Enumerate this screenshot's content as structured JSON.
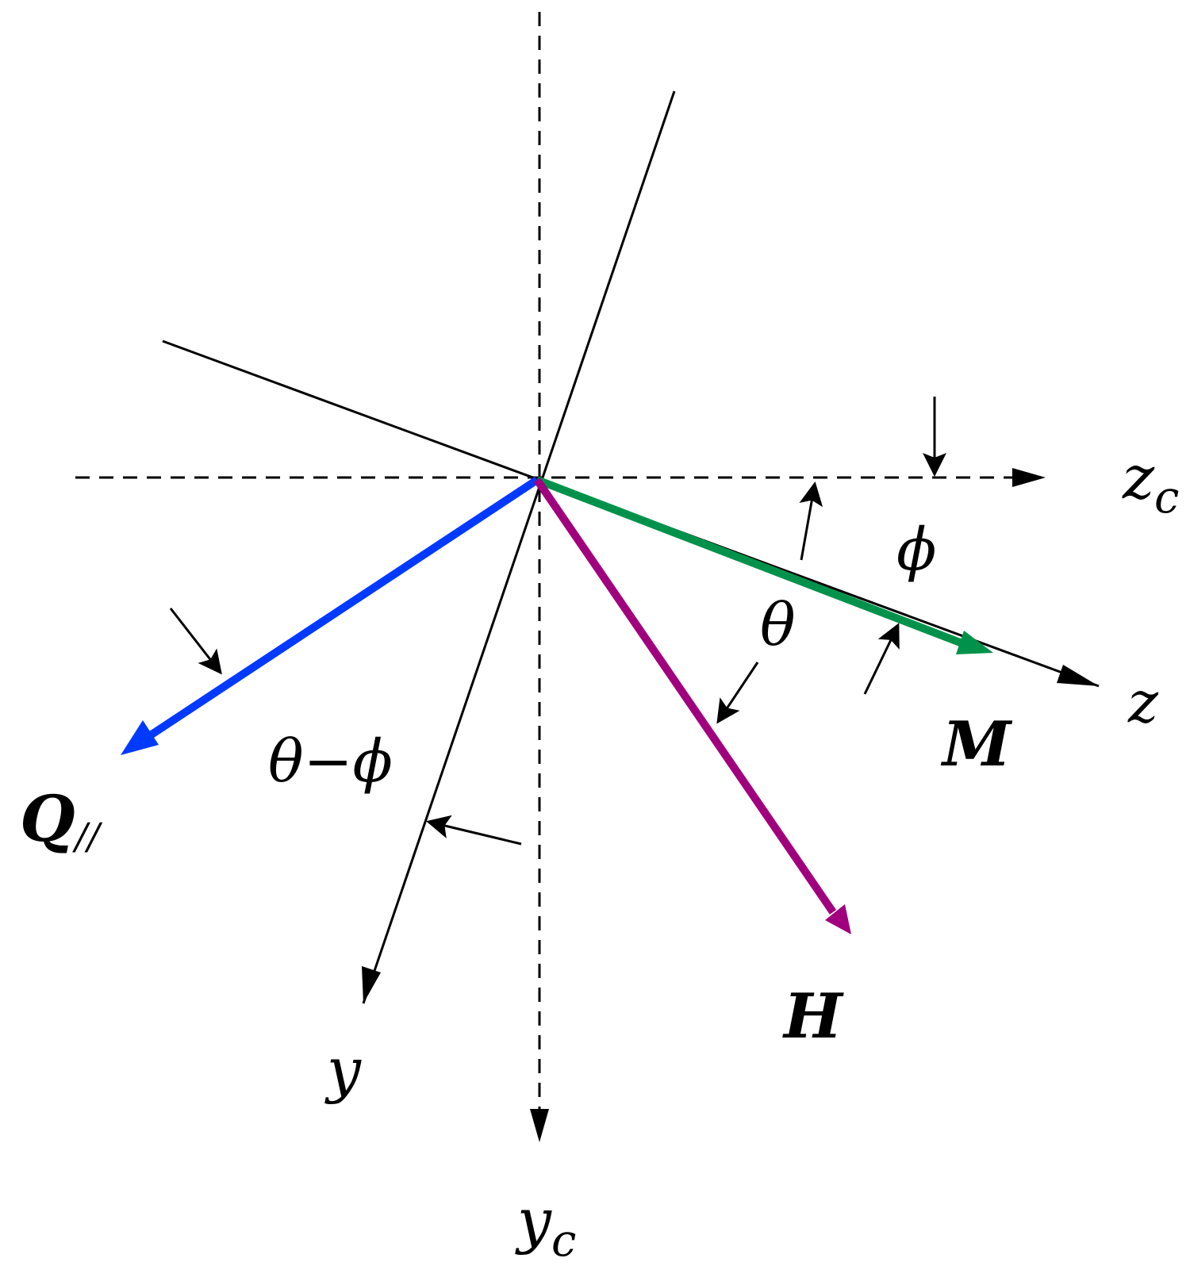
{
  "labels": {
    "zc": "z",
    "zc_sub": "c",
    "yc": "y",
    "yc_sub": "c",
    "z": "z",
    "y": "y",
    "M": "M",
    "H": "H",
    "Q": "Q",
    "Q_sub": "//",
    "theta": "θ",
    "phi": "ϕ",
    "theta_minus_phi": "θ−ϕ"
  },
  "colors": {
    "axis": "#000000",
    "Q": "#0039ff",
    "M": "#00924a",
    "H": "#a0007e"
  }
}
